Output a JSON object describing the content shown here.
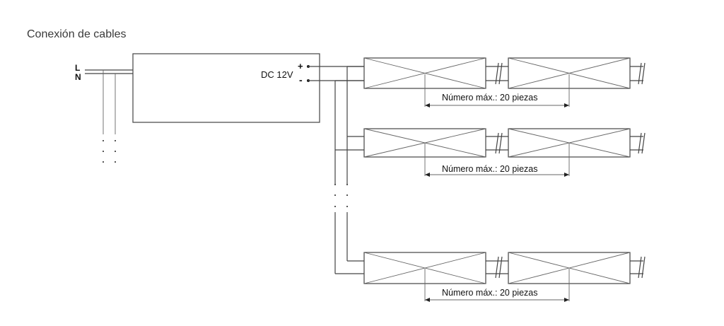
{
  "title": "Conexión de cables",
  "input": {
    "line_label": "L",
    "neutral_label": "N"
  },
  "driver": {
    "label": "DC 12V",
    "plus": "+",
    "minus": "-"
  },
  "rows": [
    {
      "max_label": "Número máx.: 20 piezas"
    },
    {
      "max_label": "Número máx.: 20 piezas"
    },
    {
      "max_label": "Número máx.: 20 piezas"
    }
  ]
}
